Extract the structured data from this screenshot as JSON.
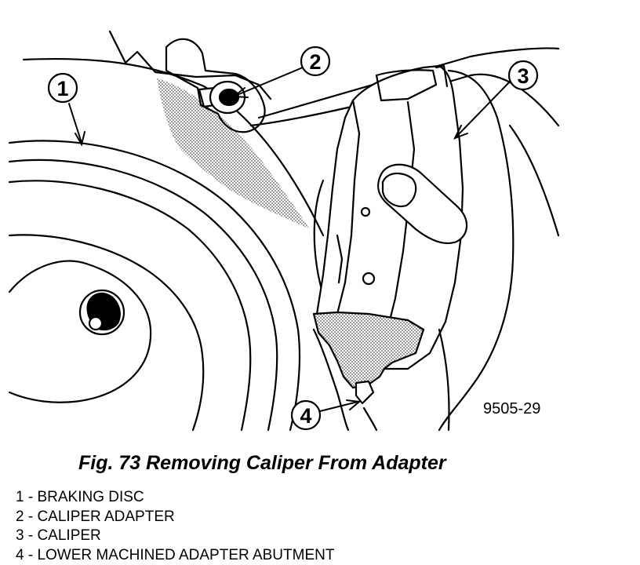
{
  "figure": {
    "code": "9505-29",
    "caption": "Fig. 73 Removing Caliper From Adapter",
    "callouts": [
      "1",
      "2",
      "3",
      "4"
    ]
  },
  "legend": [
    "1 - BRAKING DISC",
    "2 - CALIPER ADAPTER",
    "3 - CALIPER",
    "4 - LOWER MACHINED ADAPTER ABUTMENT"
  ]
}
